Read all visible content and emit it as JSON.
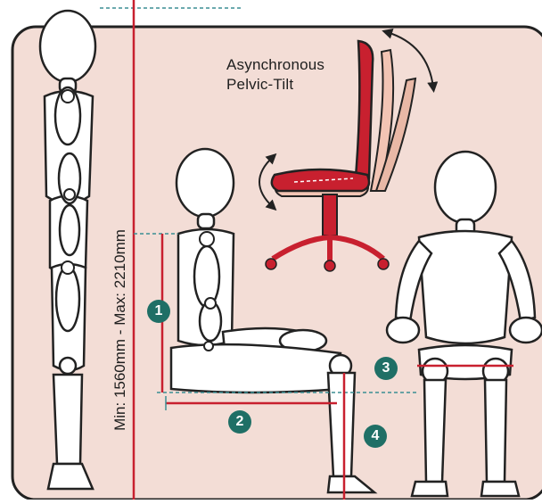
{
  "diagram": {
    "title_line1": "Asynchronous",
    "title_line2": "Pelvic-Tilt",
    "height_range_label": "Min: 1560mm - Max: 2210mm",
    "badges": [
      "1",
      "2",
      "3",
      "4"
    ],
    "colors": {
      "panel_bg": "#f3ddd6",
      "accent_red": "#c8202f",
      "teal": "#1f6f66",
      "outline": "#222222",
      "figure_fill": "#ffffff"
    }
  }
}
